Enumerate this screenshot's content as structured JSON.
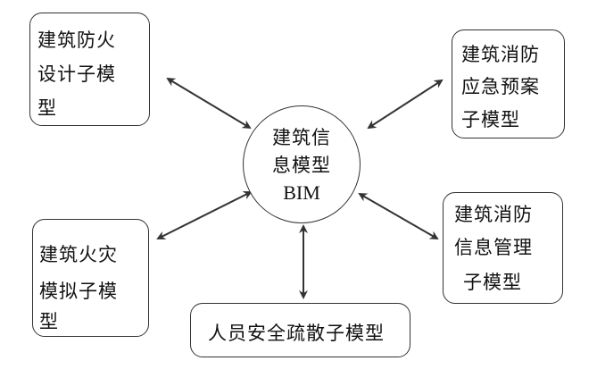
{
  "center": {
    "lines": [
      "建筑信",
      "息模型",
      "BIM"
    ]
  },
  "modules": {
    "fire_design": {
      "lines": [
        "建筑防火",
        "设计子模",
        "型"
      ]
    },
    "fire_emergency": {
      "lines": [
        "建筑消防",
        "应急预案",
        "子模型"
      ]
    },
    "fire_simulation": {
      "lines": [
        "建筑火灾",
        "模拟子模",
        "型"
      ]
    },
    "fire_info_management": {
      "lines": [
        "建筑消防",
        "信息管理",
        "子模型"
      ]
    },
    "evacuation": {
      "lines": [
        "人员安全疏散子模型"
      ]
    }
  },
  "colors": {
    "stroke": "#333333",
    "text": "#111111",
    "background": "#ffffff"
  }
}
